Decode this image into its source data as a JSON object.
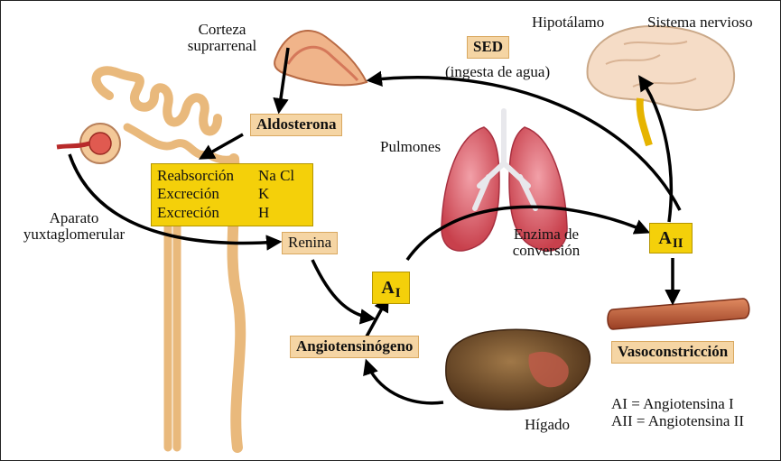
{
  "labels": {
    "corteza": "Corteza",
    "suprarrenal": "suprarrenal",
    "hipotalamo": "Hipotálamo",
    "sistema_nervioso": "Sistema nervioso",
    "ingesta": "(ingesta de agua)",
    "pulmones": "Pulmones",
    "aparato": "Aparato",
    "yuxtaglomerular": "yuxtaglomerular",
    "enzima": "Enzima de",
    "conversion": "conversión",
    "higado": "Hígado"
  },
  "boxes": {
    "sed": "SED",
    "aldosterona": "Aldosterona",
    "renina": "Renina",
    "angiotensinogeno": "Angiotensinógeno",
    "vasoconstriccion": "Vasoconstricción",
    "a1_letter": "A",
    "a1_sub": "I",
    "a2_letter": "A",
    "a2_sub": "II"
  },
  "reabsorption": [
    {
      "process": "Reabsorción",
      "ion": "Na Cl"
    },
    {
      "process": "Excreción",
      "ion": "K"
    },
    {
      "process": "Excreción",
      "ion": "H"
    }
  ],
  "legend": [
    "AI = Angiotensina I",
    "AII = Angiotensina II"
  ],
  "colors": {
    "yellow_box": "#f4d00a",
    "tan_box": "#f5d5a4",
    "lung": "#d8606a",
    "liver": "#6a4a2a",
    "vessel": "#b5583a",
    "kidney_tubule": "#f0c890",
    "brain": "#f2d5bf"
  }
}
